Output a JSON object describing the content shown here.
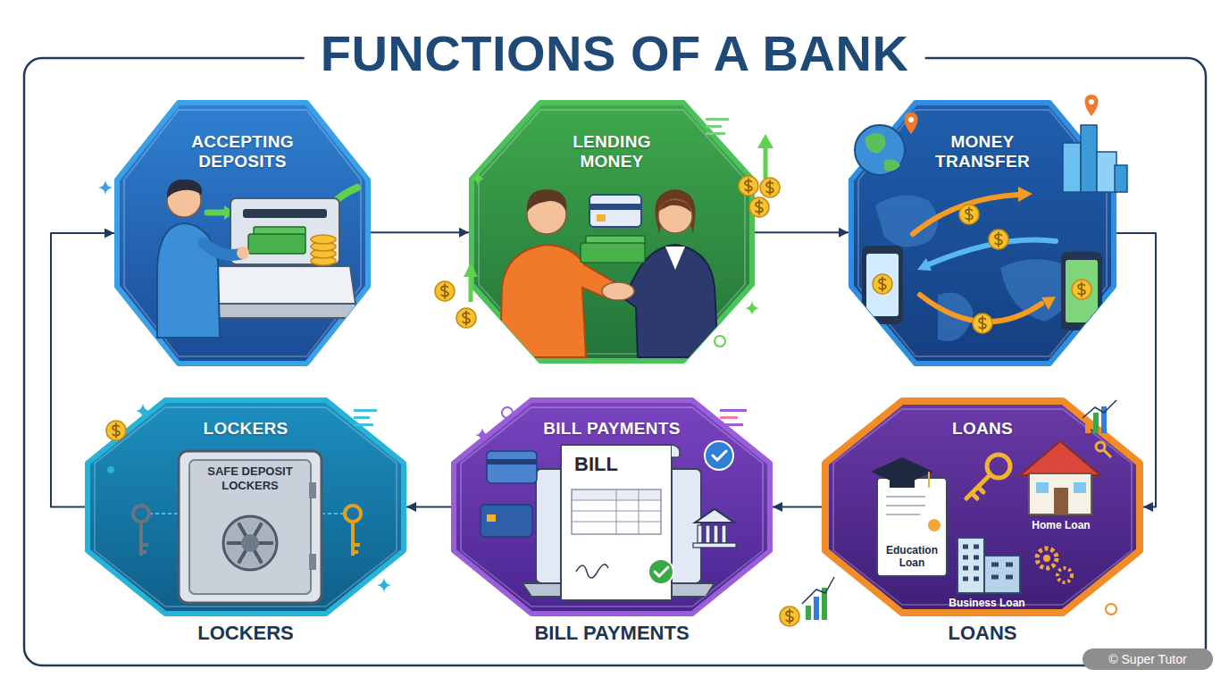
{
  "diagram": {
    "title": "FUNCTIONS OF A BANK",
    "nodes": [
      {
        "text": [
          "ACCEPTING DEPOSITS"
        ]
      },
      {
        "text": [
          "LENDING MONEY"
        ]
      },
      {
        "text": [
          "MONEY TRANSFER"
        ]
      },
      {
        "text": [
          "LOCKERS",
          "LOCKERS"
        ]
      },
      {
        "text": [
          "BILL PAYMENTS",
          "BILL PAYMENTS"
        ]
      },
      {
        "text": [
          "LOANS",
          "LOANS"
        ]
      }
    ],
    "edges": [
      {
        "from": 0,
        "to": 1,
        "arrow": "to"
      },
      {
        "from": 1,
        "to": 2,
        "arrow": "to"
      },
      {
        "from": 2,
        "to": 5,
        "arrow": "to"
      },
      {
        "from": 5,
        "to": 4,
        "arrow": "to"
      },
      {
        "from": 4,
        "to": 3,
        "arrow": "to"
      },
      {
        "from": 3,
        "to": 0,
        "arrow": "to"
      }
    ],
    "labels": [
      "SAFE DEPOSIT LOCKERS",
      "BILL",
      "Education Loan",
      "Home Loan",
      "Business Loan",
      "© Super Tutor"
    ]
  }
}
